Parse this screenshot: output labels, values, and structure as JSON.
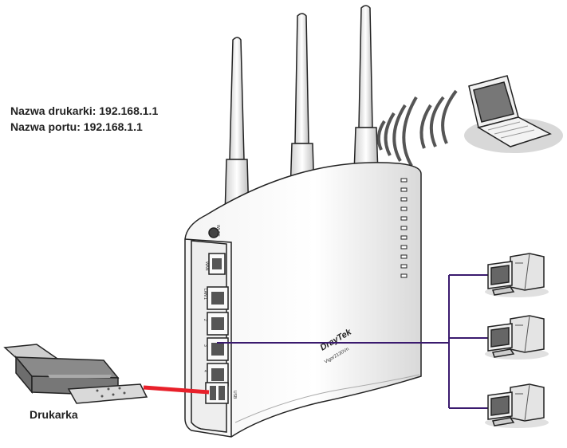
{
  "info": {
    "printer_name_label": "Nazwa drukarki:",
    "printer_name_value": "192.168.1.1",
    "port_name_label": "Nazwa portu:",
    "port_name_value": "192.168.1.1"
  },
  "printer": {
    "caption": "Drukarka"
  },
  "router": {
    "brand": "DrayTek",
    "model": "Vigor2130Vn",
    "usb_label": "USB",
    "wlan_label": "WLAN",
    "wan_label": "WAN",
    "lan_port_labels": [
      "LAN 1",
      "2",
      "3",
      "4"
    ]
  },
  "colors": {
    "printer_link": "#e8202a",
    "lan_link": "#3a1a6e",
    "outline": "#222222"
  },
  "icons": [
    "antenna-icon",
    "laptop-icon",
    "wifi-signal-icon",
    "printer-icon",
    "desktop-pc-icon"
  ]
}
